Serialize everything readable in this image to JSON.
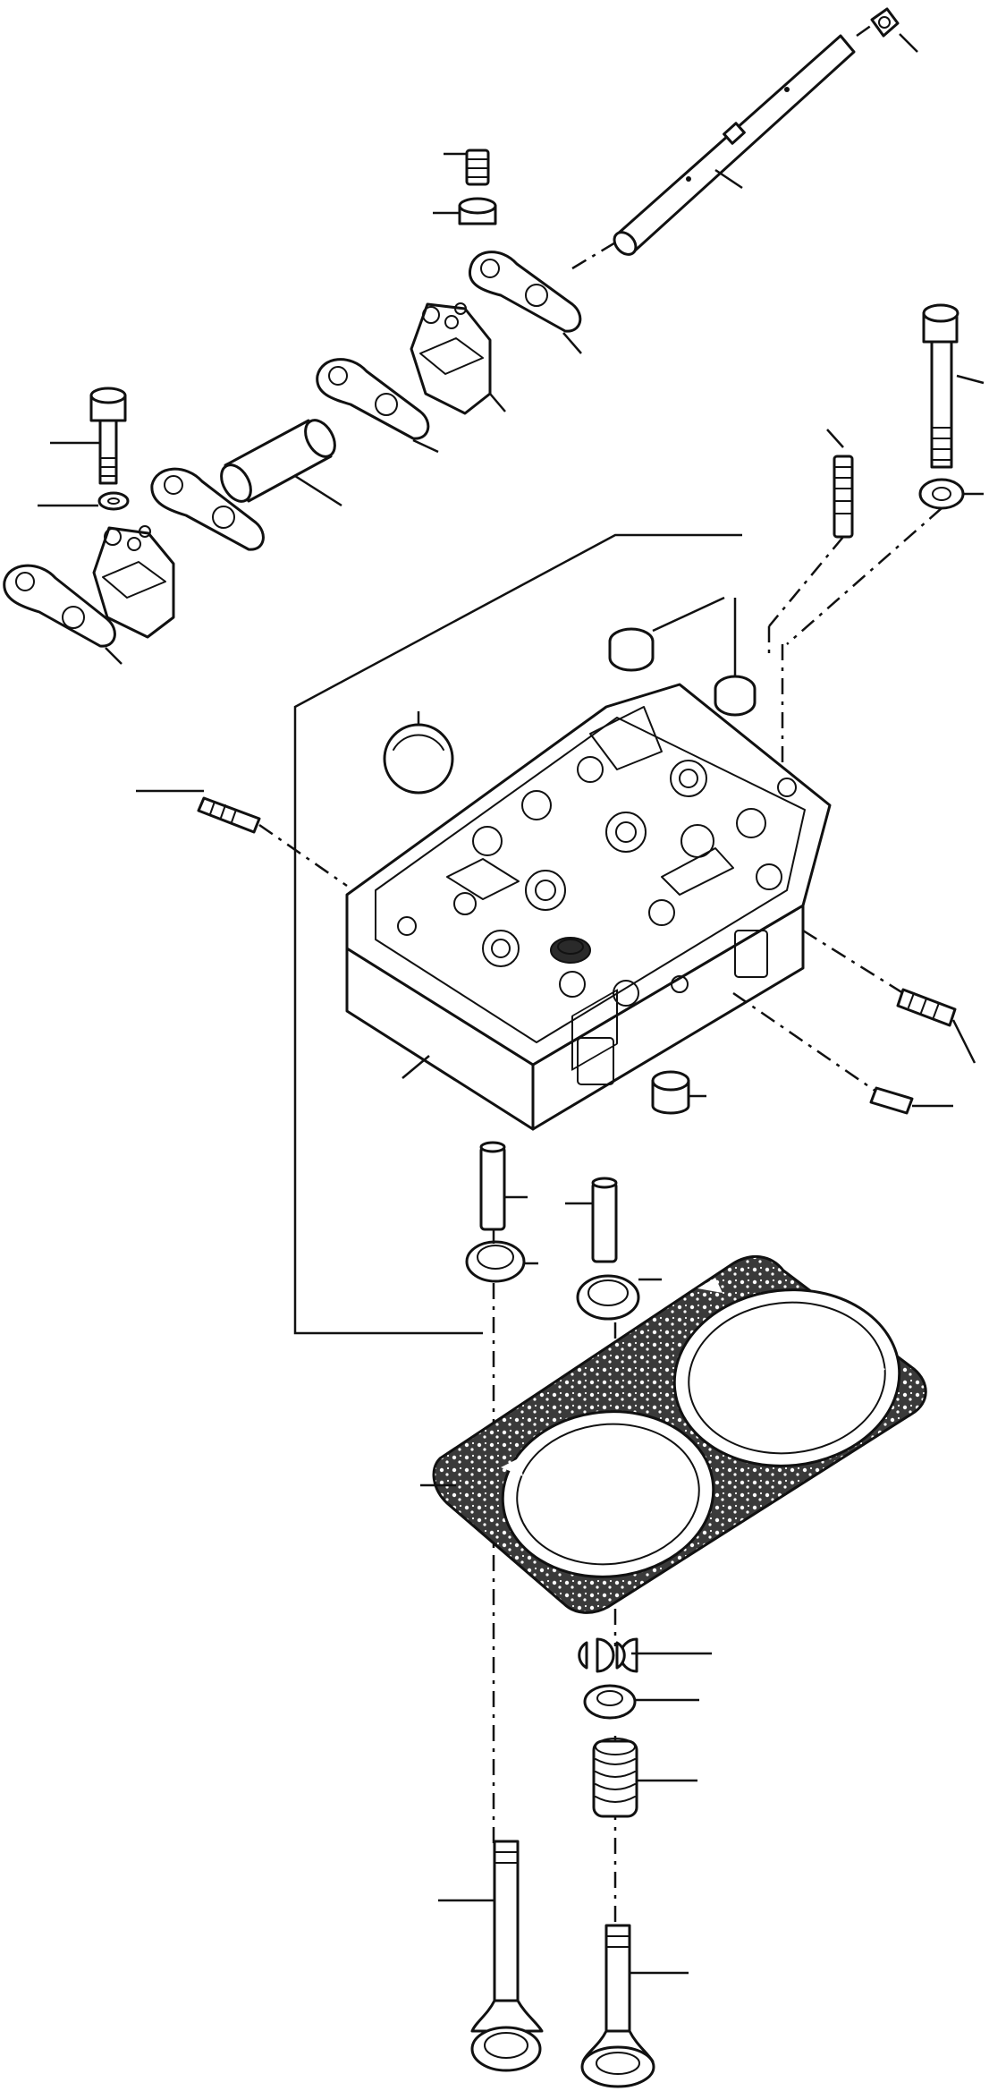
{
  "diagram": {
    "type": "exploded-parts-view",
    "colors": {
      "ink": "#111111",
      "paper": "#ffffff",
      "gasket_fill": "#3a3a3a"
    },
    "parts": [
      "rocker-shaft",
      "rocker-shaft-plug",
      "adjusting-screw",
      "adjusting-nut",
      "rocker-arm",
      "rocker-bracket",
      "rocker-shaft-spacer",
      "bracket-bolt",
      "bracket-washer",
      "head-bolt",
      "head-bolt-washer",
      "stud",
      "cup-plug",
      "sealing-ring",
      "cylinder-head",
      "plug",
      "expansion-plug",
      "dowel-pin",
      "valve-seat-insert",
      "cylinder-head-gasket",
      "valve-keeper",
      "spring-retainer",
      "valve-spring",
      "intake-valve",
      "exhaust-valve"
    ]
  }
}
